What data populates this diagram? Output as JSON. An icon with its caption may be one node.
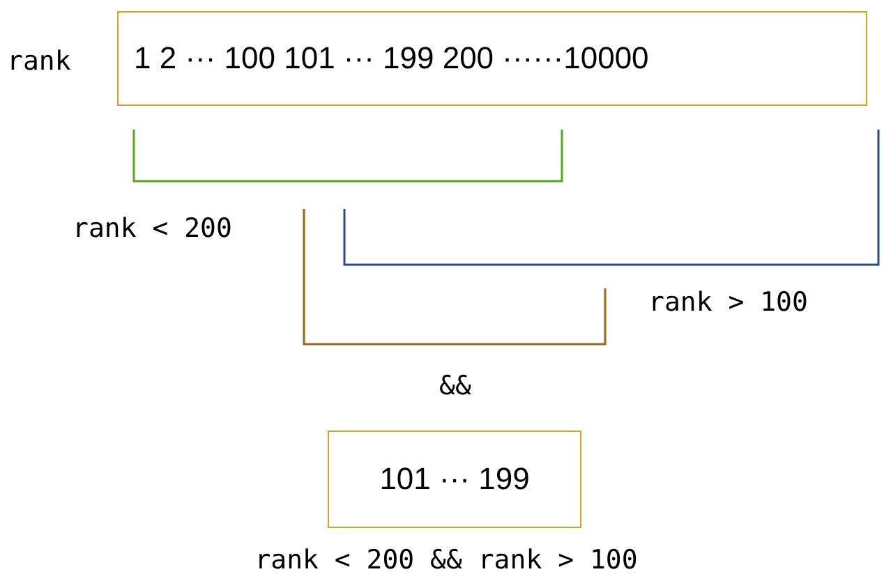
{
  "diagram": {
    "nodes": [
      {
        "text": [
          "1 2 ··· 100 101 ··· 199 200 ······10000"
        ],
        "beside": [
          "rank"
        ]
      },
      {
        "text": [
          "101 ··· 199"
        ]
      }
    ],
    "labels": [
      "rank < 200",
      "rank > 100",
      "&&",
      "rank < 200 && rank > 100"
    ]
  }
}
